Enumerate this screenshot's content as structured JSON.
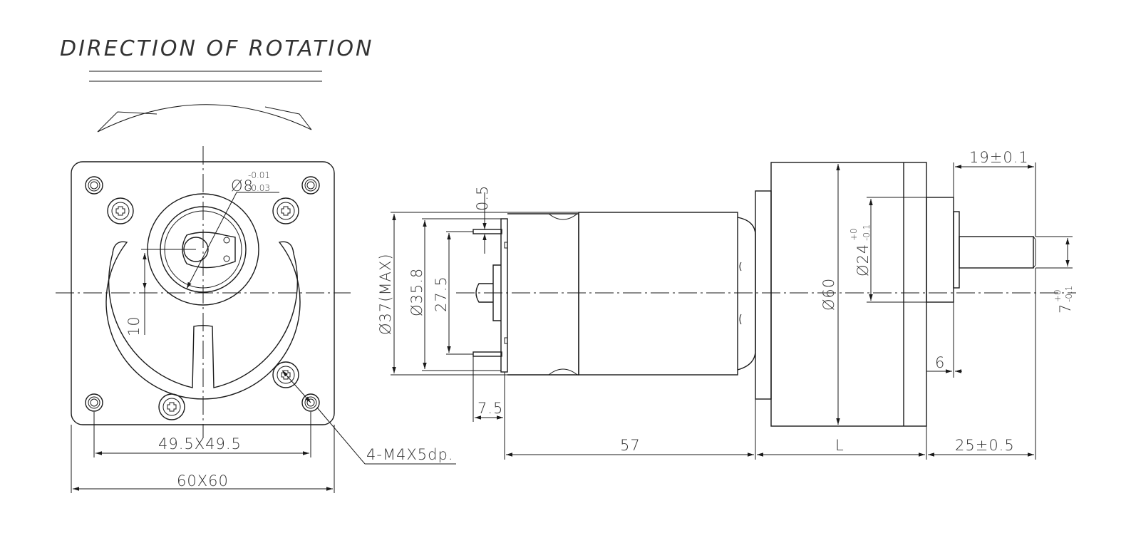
{
  "title": "DIRECTION OF ROTATION",
  "front_view": {
    "shaft_dia_label": "Ø8",
    "shaft_tol_upper": "-0.01",
    "shaft_tol_lower": "-0.03",
    "dim_10": "10",
    "hole_pattern": "49.5X49.5",
    "flange_size": "60X60",
    "thread_callout": "4-M4X5dp."
  },
  "side_view": {
    "dim_0_5": "0.5",
    "dim_37": "Ø37(MAX)",
    "dim_35_8": "Ø35.8",
    "dim_27_5": "27.5",
    "dim_7_5": "7.5",
    "dim_57": "57",
    "dim_60": "Ø60",
    "dim_L": "L",
    "dim_24": "Ø24",
    "dim_24_tol_upper": "+0",
    "dim_24_tol_lower": "-0.1",
    "dim_19": "19±0.1",
    "dim_6": "6",
    "dim_25": "25±0.5",
    "dim_7": "7",
    "dim_7_tol_upper": "+0",
    "dim_7_tol_lower": "-0.1"
  },
  "colors": {
    "line": "#1a1a1a",
    "text": "#333333",
    "background": "#ffffff"
  }
}
